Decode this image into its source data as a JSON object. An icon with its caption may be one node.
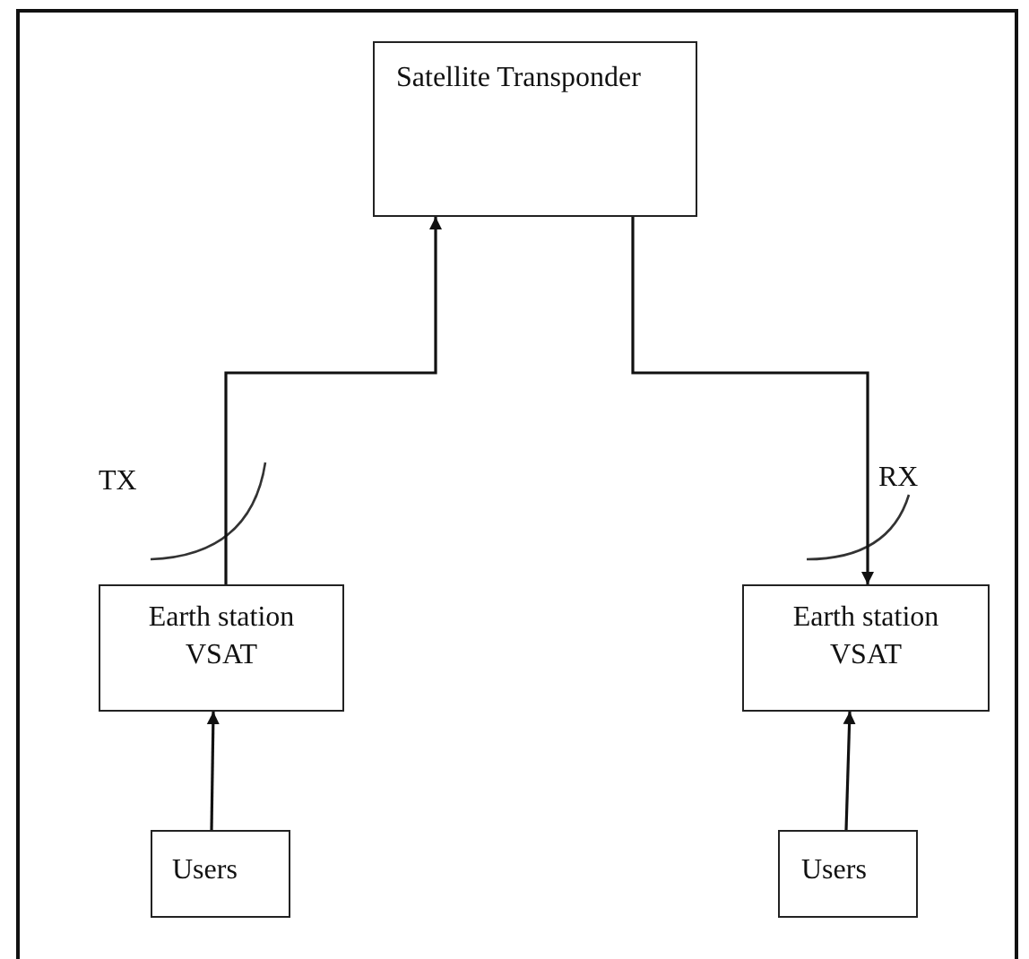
{
  "diagram": {
    "nodes": [
      {
        "text": [
          "Satellite Transponder"
        ]
      },
      {
        "text": [
          "Earth station VSAT"
        ]
      },
      {
        "text": [
          "Earth station VSAT"
        ]
      },
      {
        "text": [
          "Users"
        ]
      },
      {
        "text": [
          "Users"
        ]
      }
    ],
    "edges": [
      {
        "from": 1,
        "to": 0,
        "arrow": "to"
      },
      {
        "from": 0,
        "to": 2,
        "arrow": "to"
      },
      {
        "from": 3,
        "to": 1,
        "arrow": "to"
      },
      {
        "from": 4,
        "to": 2,
        "arrow": "to"
      }
    ],
    "labels": [
      "TX",
      "RX"
    ]
  }
}
